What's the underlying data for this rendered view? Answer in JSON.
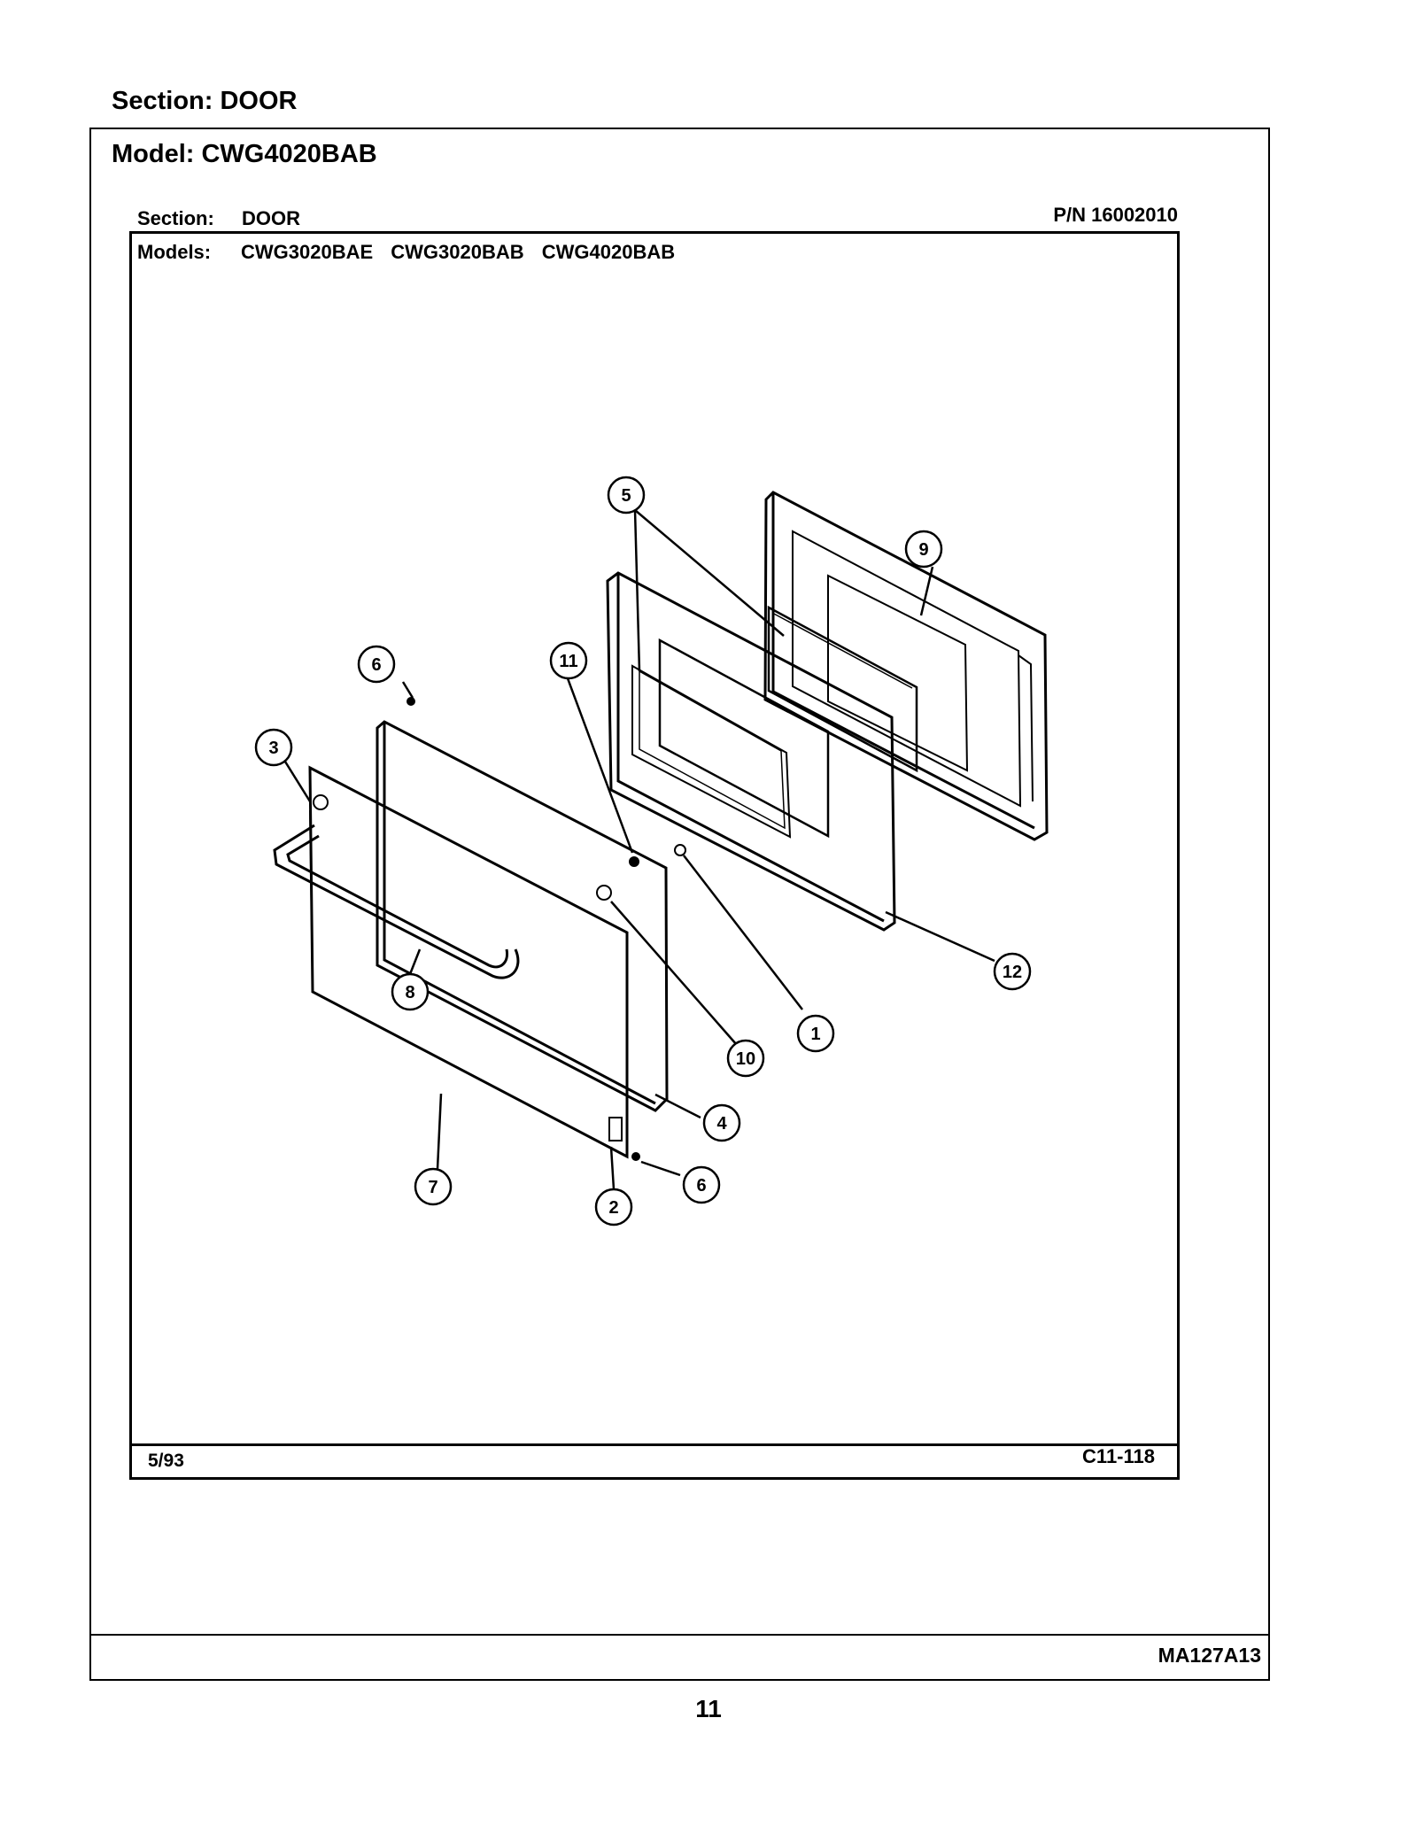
{
  "page": {
    "section_header": "Section:  DOOR",
    "model_header": "Model:  CWG4020BAB",
    "footer_code": "MA127A13",
    "page_number": "11"
  },
  "sheet": {
    "section_label": "Section:",
    "section_value": "DOOR",
    "part_number": "P/N  16002010",
    "models_label": "Models:",
    "models": "CWG3020BAE CWG3020BAB CWG4020BAB",
    "date": "5/93",
    "drawing_code": "C11-118"
  },
  "callouts": [
    "1",
    "2",
    "3",
    "4",
    "5",
    "6",
    "7",
    "8",
    "9",
    "10",
    "11",
    "12"
  ],
  "colors": {
    "ink": "#000000",
    "paper": "#ffffff"
  }
}
